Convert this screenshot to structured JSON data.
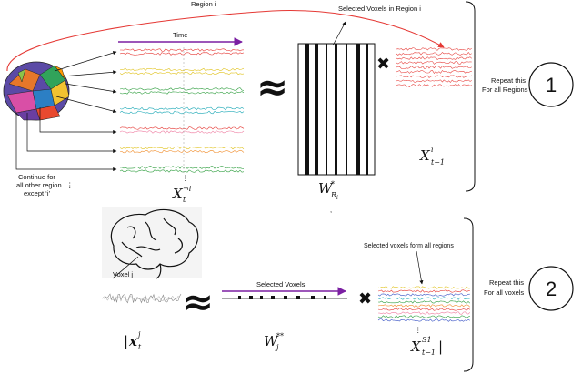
{
  "panel1": {
    "region_label": "Region i",
    "time_label": "Time",
    "selected_voxels_region": "Selected Voxels in Region i",
    "continue_line1": "Continue  for",
    "continue_line2": "all other region",
    "continue_line3": "except ‘i’",
    "math_xt": "X",
    "math_xt_sup": "¬i",
    "math_xt_sub": "t",
    "math_w": "W",
    "math_w_sup": "*",
    "math_w_sub": "R",
    "math_w_subsub": "i",
    "math_xprev": "X",
    "math_xprev_sup": "i",
    "math_xprev_sub": "t−1",
    "repeat_line1": "Repeat this",
    "repeat_line2": "For all Regions",
    "step_number": "1"
  },
  "panel2": {
    "voxel_label": "Voxel  j",
    "selected_voxels": "Selected Voxels",
    "selected_all_regions": "Selected voxels form all regions",
    "math_x": "x",
    "math_x_sup": "j",
    "math_x_sub": "t",
    "math_w": "W",
    "math_w_sup": "**",
    "math_w_sub": "j",
    "math_xs1": "X",
    "math_xs1_sup": "S1",
    "math_xs1_sub": "t−1",
    "repeat_line1": "Repeat this",
    "repeat_line2": "For all voxels",
    "step_number": "2"
  },
  "colors": {
    "red": "#e53935",
    "purple": "#7b1fa2",
    "green": "#2e9e3e",
    "yellow": "#e0c21c",
    "teal": "#19a7b5",
    "pink": "#ef7fa3",
    "orange": "#f08c2a",
    "blue": "#3b55c6",
    "gray": "#888888"
  }
}
